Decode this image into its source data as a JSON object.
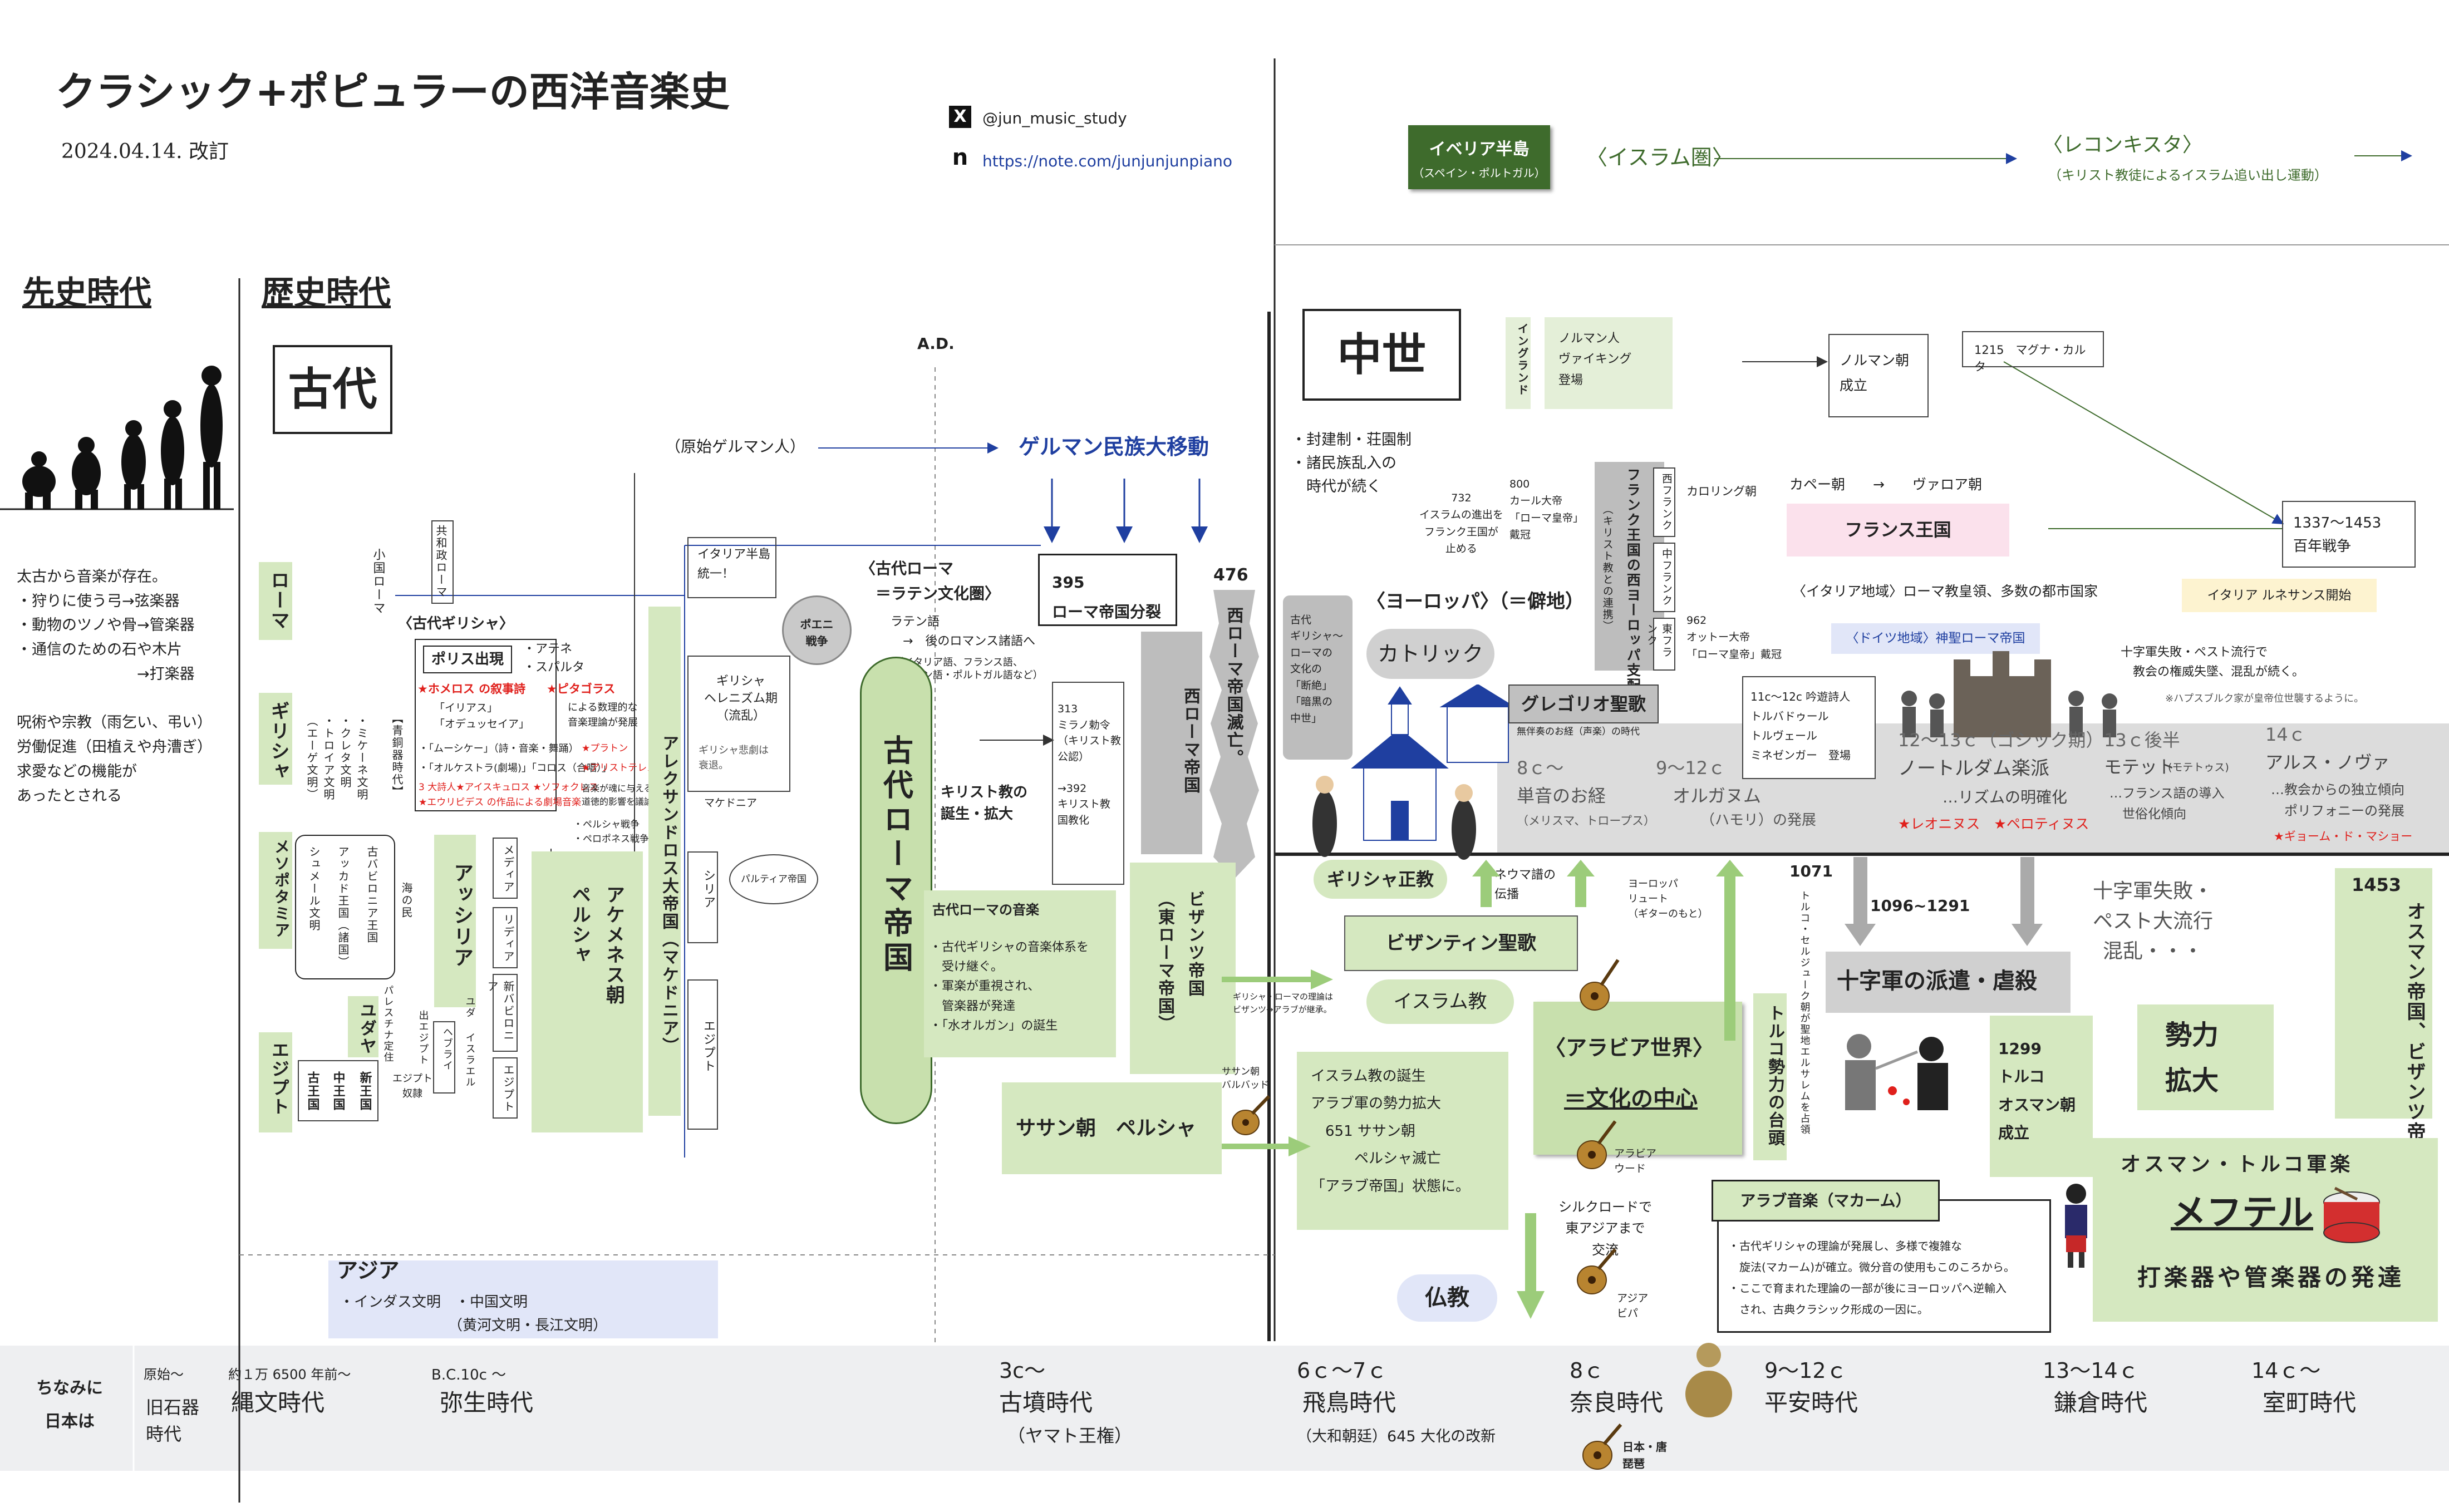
{
  "header": {
    "title": "クラシック+ポピュラーの西洋音楽史",
    "date": "2024.04.14. 改訂",
    "x_handle": "@jun_music_study",
    "note_url": "https://note.com/junjunjunpiano",
    "x_logo": "X",
    "note_logo": "n"
  },
  "iberia": {
    "box_title": "イベリア半島",
    "box_sub": "（スペイン・ポルトガル）",
    "islam_zone": "〈イスラム圏〉",
    "reconquista": "〈レコンキスタ〉",
    "reconquista_sub": "（キリスト教徒によるイスラム追い出し運動）"
  },
  "eras": {
    "prehistory": "先史時代",
    "history": "歴史時代",
    "ancient": "古代",
    "medieval": "中世",
    "ad": "A.D."
  },
  "prehistory_text": "太古から音楽が存在。\n・狩りに使う弓→弦楽器\n・動物のツノや骨→管楽器\n・通信のための石や木片\n　　　　　　　　→打楽器\n\n呪術や宗教（雨乞い、弔い）\n労働促進（田植えや舟漕ぎ）\n求愛などの機能が\nあったとされる",
  "regions": {
    "rome": "ローマ",
    "greece": "ギリシャ",
    "mesopotamia": "メソポタミア",
    "judea": "ユダヤ",
    "egypt": "エジプト"
  },
  "ancient": {
    "small_rome": "小国ローマ",
    "republic_rome": "共和政ローマ",
    "proto_germanic": "（原始ゲルマン人）",
    "germanic_migration": "ゲルマン民族大移動",
    "italy_unify": "イタリア半島\n統一！",
    "punic": "ポエニ\n戦争",
    "ancient_rome_latin": "〈古代ローマ\n　＝ラテン文化圏〉",
    "latin_lang": "ラテン語\n　→　後のロマンス諸語へ",
    "latin_lang_sub": "（イタリア語、フランス語、\nスペイン語・ポルトガル語など）",
    "greek_title": "〈古代ギリシャ〉",
    "athens": "・アテネ\n・スパルタ",
    "polis": "ポリス出現",
    "homer": "★ホメロス の叙事詩",
    "iliad": "「イリアス」\n「オデュッセイア」",
    "pythagoras": "★ピタゴラス",
    "pythagoras_sub": "による数理的な\n音楽理論が発展",
    "mousike": "・「ムーシケー」（詩・音楽・舞踊）",
    "orchestra": "・「オルケストラ(劇場)」「コロス（合唱）」",
    "poets": "3 大詩人★アイスキュロス ★ソフォクレス",
    "euripides": "★エウリピデス の作品による劇場音楽",
    "plato": "★プラトン",
    "aristotle": "★アリストテレス",
    "philosophers_sub": "音楽が魂に与える\n道徳的影響を議論",
    "wars": "・ペルシャ戦争\n・ペロポネス戦争",
    "bronze": "【青銅器時代】",
    "mycenae": "・ミケーネ文明\n・クレタ文明\n・トロイア文明\n（エーゲ文明）",
    "hellenism": "ギリシャ\nヘレニズム期\n（流乱）",
    "hellenism_sub": "ギリシャ悲劇は\n衰退。",
    "macedonia": "マケドニア",
    "alexander": "アレクサンドロス大帝国（マケドニア）",
    "syria": "シリア",
    "parthia": "パルティア帝国",
    "egypt2": "エジプト",
    "babylonia": "古バビロニア王国",
    "akkad": "アッカド王国（諸国）",
    "sumer": "シュメール文明",
    "sea_people": "海の民",
    "assyria": "アッシリア",
    "media": "メディア",
    "lydia": "リディア",
    "neobabylon": "新バビロニア",
    "egypt3": "エジプト",
    "achaemenid": "アケメネス朝\nペルシャ",
    "palestine": "パレスチナ定住",
    "exodus": "出エジプト",
    "hebrew": "ヘブライ",
    "israel": "イスラエル",
    "judah": "ユダ",
    "old_kingdom": "古王国",
    "middle_kingdom": "中王国",
    "new_kingdom": "新王国",
    "egypt_slave": "エジプト\n奴隷",
    "ancient_rome_empire": "古代ローマ帝国",
    "rome_music_title": "古代ローマの音楽",
    "rome_music": "・古代ギリシャの音楽体系を\n　受け継ぐ。\n・軍楽が重視され、\n　管楽器が発達\n・「水オルガン」の誕生",
    "christ": "キリスト教の\n誕生・拡大",
    "milan": "313\nミラノ勅令\n（キリスト教\n公認）\n\n→392\nキリスト教\n国教化",
    "split": "395\nローマ帝国分裂",
    "west_rome": "西ローマ帝国",
    "y476": "476",
    "west_rome_fall": "西ローマ帝国滅亡。",
    "byzantine": "ビザンツ帝国\n（東ローマ帝国）",
    "sassanid": "ササン朝　ペルシャ",
    "barbat_label": "ササン朝\nバルバッド",
    "theory_note": "ギリシャ・ローマの理論は\nビザンツ→アラブが継承。"
  },
  "medieval": {
    "feudal": "・封建制・荘園制\n・諸民族乱入の\n　時代が続く",
    "y732": "732\nイスラムの進出を\nフランク王国が\n止める",
    "y800": "800\nカール大帝\n「ローマ皇帝」\n戴冠",
    "frank": "フランク王国の西ヨーロッパ支配",
    "frank_sub": "（キリスト教との連携）",
    "west_frank": "西フランク",
    "mid_frank": "中フランク",
    "east_frank": "東フランク",
    "carolingian": "カロリング朝",
    "capet": "カペー朝　　→　　ヴァロア朝",
    "france": "フランス王国",
    "england": "イングランド",
    "norman": "ノルマン人\nヴァイキング\n登場",
    "norman_dyn": "ノルマン朝\n成立",
    "magna": "1215　マグナ・カルタ",
    "hundred": "1337〜1453\n百年戦争",
    "italy_region": "〈イタリア地域〉ローマ教皇領、多数の都市国家",
    "renaissance": "イタリア ルネサンス開始",
    "y962": "962\nオットー大帝\n「ローマ皇帝」戴冠",
    "germany": "〈ドイツ地域〉神聖ローマ帝国",
    "crusade_fail": "十字軍失敗・ペスト流行で\n　教会の権威失墜、混乱が続く。",
    "habsburg": "※ハプスブルク家が皇帝位世襲するように。",
    "europe": "〈ヨーロッパ〉（＝僻地）",
    "catholic": "カトリック",
    "ancient_greek_note": "古代\nギリシャ〜\nローマの\n文化の\n「断絶」\n「暗黒の\n中世」",
    "gregorian": "グレゴリオ聖歌",
    "unaccomp": "無伴奏のお経（声楽）の時代",
    "troubadour": "11c〜12c 吟遊詩人\nトルバドゥール\nトルヴェール\nミネゼンガー　登場",
    "c8": "8ｃ〜",
    "monophony": "単音のお経",
    "monophony_sub": "（メリスマ、トロープス）",
    "c9_12": "9〜12ｃ",
    "organum": "オルガヌム",
    "organum_sub": "（ハモリ）の発展",
    "c12_13": "12〜13ｃ（ゴシック期）",
    "notre": "ノートルダム楽派",
    "rhythm": "…リズムの明確化",
    "leonin": "★レオニヌス　★ペロティヌス",
    "c13": "13ｃ後半",
    "motet": "モテット",
    "motet_sub": "(モテトゥス)",
    "french_lyric": "…フランス語の導入\n　世俗化傾向",
    "c14": "14ｃ",
    "ars": "アルス・ノヴァ",
    "ars_sub": "…教会からの独立傾向\n　ポリフォニーの発展",
    "machaut": "★ギョーム・ド・マショー",
    "greek_orthodox": "ギリシャ正教",
    "neume": "ネウマ譜の\n伝播",
    "lute_eu": "ヨーロッパ\nリュート\n（ギターのもと）",
    "byz_chant": "ビザンティン聖歌",
    "islam_rel": "イスラム教",
    "islam_birth": "イスラム教の誕生\nアラブ軍の勢力拡大\n　651 ササン朝\n　　　ペルシャ滅亡\n「アラブ帝国」状態に。",
    "arabia": "〈アラビア世界〉",
    "culture_center": "＝文化の中心",
    "oud": "アラビア\nウード",
    "silk": "シルクロードで\n東アジアまで\n交流",
    "biwa_asia": "アジア\nビパ",
    "turk": "トルコ勢力の台頭",
    "y1071": "1071",
    "seljuk": "トルコ・セルジューク朝が聖地エルサレムを占領",
    "crusade_years": "1096~1291",
    "crusade": "十字軍の派遣・虐殺",
    "crusade_fail2": "十字軍失敗・\nペスト大流行\n混乱・・・",
    "ottoman": "1299\nトルコ\nオスマン朝\n成立",
    "power": "勢力\n拡大",
    "y1453": "1453",
    "byz_fall": "オスマン帝国、ビザンツ帝国を滅ぼす",
    "arab_music": "アラブ音楽（マカーム）",
    "arab_music_text": "・古代ギリシャの理論が発展し、多様で複雑な\n　旋法(マカーム)が確立。微分音の使用もこのころから。\n・ここで育まれた理論の一部が後にヨーロッパへ逆輸入\n　され、古典クラシック形成の一因に。",
    "mehter_title": "オスマン・トルコ軍楽",
    "mehter": "メフテル",
    "mehter_sub": "打楽器や管楽器の発達",
    "buddhism": "仏教"
  },
  "asia": {
    "title": "アジア",
    "text": "・インダス文明　・中国文明\n　　　　　　　　（黄河文明・長江文明）"
  },
  "japan": {
    "label": "ちなみに\n日本は",
    "paleo_top": "原始〜",
    "paleo": "旧石器\n時代",
    "jomon_top": "約１万 6500 年前〜",
    "jomon": "縄文時代",
    "yayoi_top": "B.C.10c 〜",
    "yayoi": "弥生時代",
    "kofun_top": "3c〜",
    "kofun": "古墳時代",
    "kofun_sub": "（ヤマト王権）",
    "asuka_top": "6ｃ〜7ｃ",
    "asuka": "飛鳥時代",
    "asuka_sub": "（大和朝廷）645 大化の改新",
    "nara_top": "8ｃ",
    "nara": "奈良時代",
    "biwa_jp": "日本・唐\n琵琶",
    "heian_top": "9〜12ｃ",
    "heian": "平安時代",
    "kamakura_top": "13〜14ｃ",
    "kamakura": "鎌倉時代",
    "muromachi_top": "14ｃ〜",
    "muromachi": "室町時代"
  },
  "colors": {
    "green": "#d5e8c0",
    "dark_green": "#3e6b2c",
    "grey": "#bdbdbd",
    "pink": "#fbe1ec",
    "blue": "#e1e6f8",
    "beige": "#fdf3d0",
    "red": "#e0201c",
    "navy": "#1f3fa0"
  }
}
